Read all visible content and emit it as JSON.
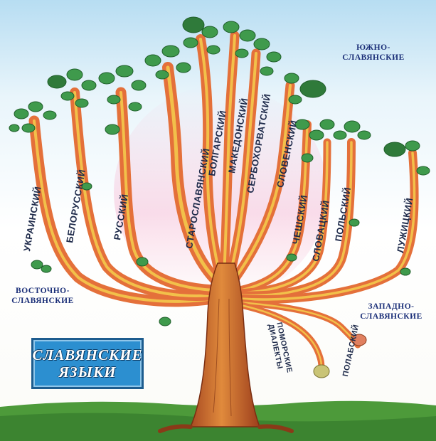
{
  "title": {
    "line1": "СЛАВЯНСКИЕ",
    "line2": "ЯЗЫКИ"
  },
  "groups": {
    "east": [
      "восточно-",
      "славянские"
    ],
    "south": [
      "южно-",
      "славянские"
    ],
    "west": [
      "западно-",
      "славянские"
    ]
  },
  "branches": {
    "ukrainian": "украинский",
    "belarusian": "белорусский",
    "russian": "русский",
    "old_slavonic": "старославянский",
    "bulgarian": "болгарский",
    "macedonian": "македонский",
    "serbo_croatian": "сербохорватский",
    "slovenian": "словенский",
    "czech": "чешский",
    "slovak": "словацкий",
    "polish": "польский",
    "lusatian": "лужицкий",
    "polabian": "полабский",
    "pomeranian": "поморские диалекты"
  },
  "colors": {
    "trunk": "#c8642c",
    "branch_outer": "#e4703a",
    "branch_inner": "#f2c04a",
    "leaf": "#3f9a4c",
    "leaf_dark": "#1f5e2a",
    "grass": "#4d9a3a",
    "title_bg": "#2c8fd0",
    "group_text": "#1b2f78"
  }
}
